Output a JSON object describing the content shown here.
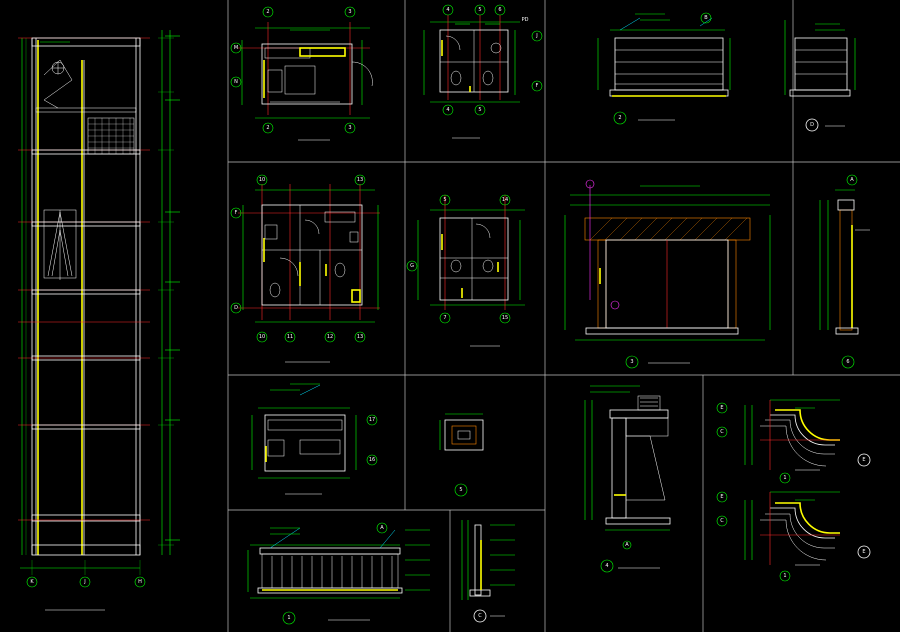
{
  "drawing": {
    "accent_colors": {
      "background": "#000000",
      "frame": "#bfbfbf",
      "dimension": "#00ff00",
      "axis": "#ff2a2a",
      "highlight": "#ffff00",
      "detail": "#00e5ff",
      "marker": "#ff33ff"
    },
    "grid_marks": {
      "a": "A",
      "b": "B",
      "c": "C",
      "d": "D",
      "e": "E",
      "f": "F",
      "g": "G",
      "h": "H",
      "i": "J",
      "k": "K",
      "m": "M",
      "n": "N",
      "n1": "1",
      "n2": "2",
      "n3": "3",
      "n4": "4",
      "n5": "5",
      "n6": "6",
      "n7": "7",
      "n10": "10",
      "n11": "11",
      "n12": "12",
      "n13": "13",
      "n14": "14",
      "n15": "15",
      "n16": "16",
      "n17": "17",
      "pd": "PD"
    },
    "detail_numbers": {
      "d1": "1",
      "d2": "2",
      "d3": "3",
      "d4": "4",
      "d5": "5",
      "d6": "6"
    }
  }
}
